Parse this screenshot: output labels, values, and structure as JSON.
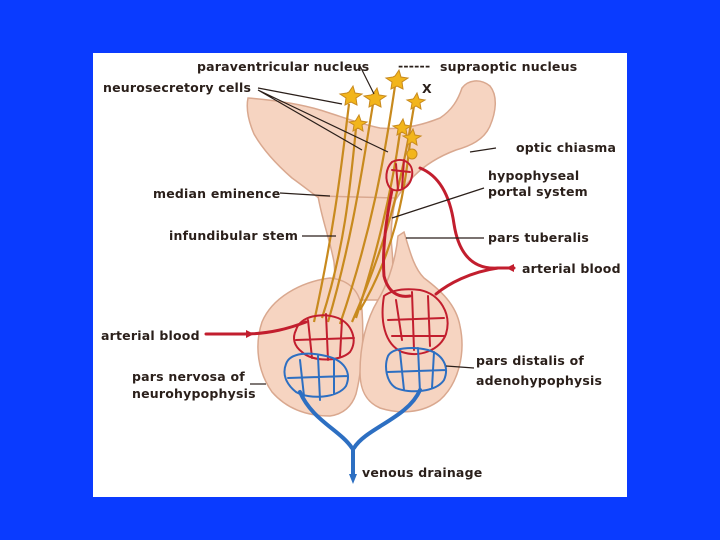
{
  "labels": {
    "paraventricular_nucleus": "paraventricular nucleus",
    "supraoptic_nucleus": "supraoptic nucleus",
    "neurosecretory_cells": "neurosecretory cells",
    "optic_chiasma": "optic chiasma",
    "hypophyseal_portal_system_line1": "hypophyseal",
    "hypophyseal_portal_system_line2": "portal system",
    "median_eminence": "median eminence",
    "infundibular_stem": "infundibular stem",
    "pars_tuberalis": "pars tuberalis",
    "arterial_blood_right": "arterial blood",
    "arterial_blood_left": "arterial blood",
    "pars_nervosa_line1": "pars nervosa of",
    "pars_nervosa_line2": "neurohypophysis",
    "pars_distalis_line1": "pars distalis of",
    "pars_distalis_line2": "adenohypophysis",
    "venous_drainage": "venous drainage",
    "dash_marker": "------",
    "x_marker": "X"
  },
  "colors": {
    "slide_background": "#0a3bff",
    "panel_background": "#ffffff",
    "tissue_fill": "#f6d4c1",
    "tissue_stroke": "#d9a88f",
    "artery": "#c21e2e",
    "vein": "#2d6fc2",
    "neuron": "#f2b51c",
    "axon": "#c88a1e",
    "label_text": "#2a1f1a"
  }
}
